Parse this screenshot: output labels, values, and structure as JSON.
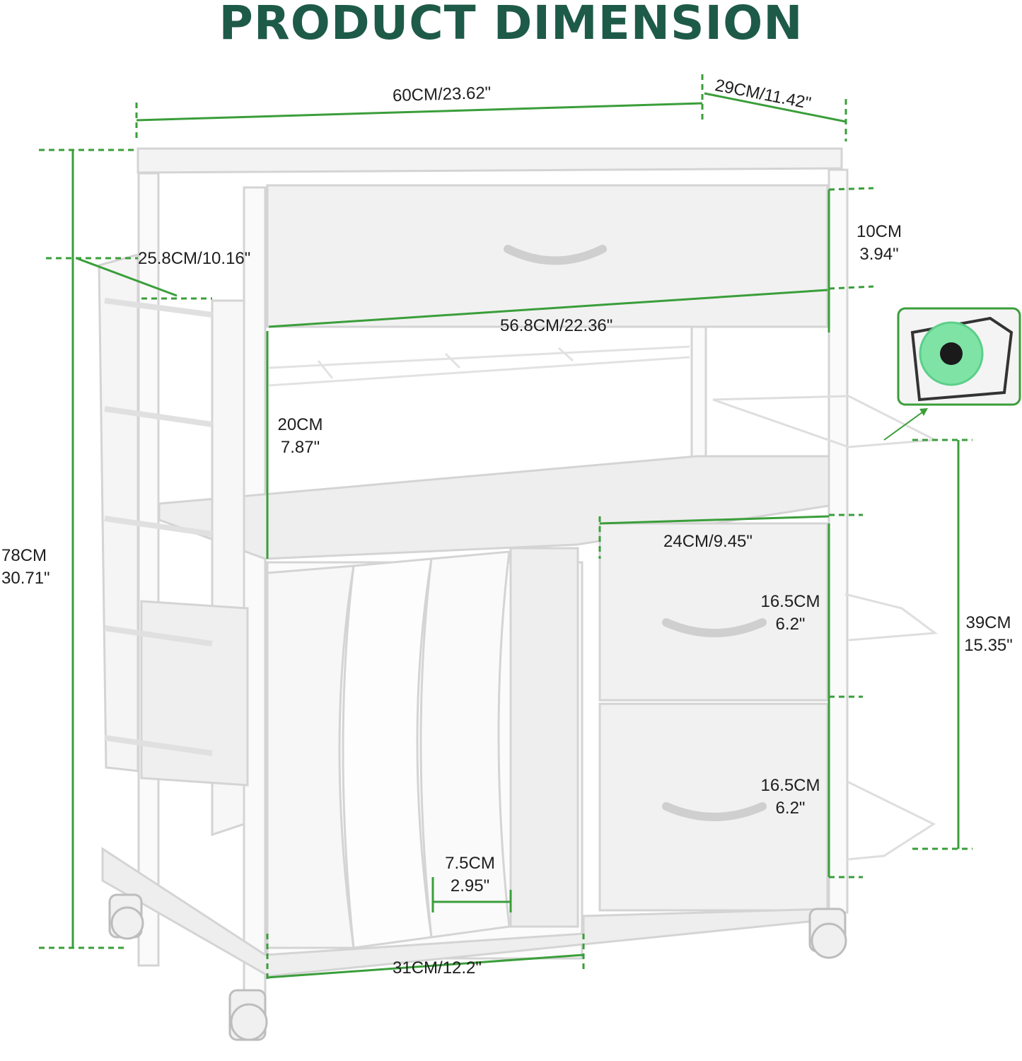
{
  "title": "PRODUCT DIMENSION",
  "colors": {
    "title": "#1e5a48",
    "dimension_line": "#3a9e3a",
    "frame": "#dcdcdc",
    "panel": "#f4f4f4",
    "inset_roll": "#7fe3a6",
    "inset_border": "#3a9e3a"
  },
  "dimensions": {
    "width_total": "60CM/23.62\"",
    "depth_total": "29CM/11.42\"",
    "height_total": {
      "cm": "78CM",
      "in": "30.71\""
    },
    "side_depth": "25.8CM/10.16\"",
    "top_drawer_height": {
      "cm": "10CM",
      "in": "3.94\""
    },
    "top_drawer_width": "56.8CM/22.36\"",
    "shelf_gap": {
      "cm": "20CM",
      "in": "7.87\""
    },
    "small_drawer_width": "24CM/9.45\"",
    "drawer_1_height": {
      "cm": "16.5CM",
      "in": "6.2\""
    },
    "drawer_2_height": {
      "cm": "16.5CM",
      "in": "6.2\""
    },
    "side_rack_height": {
      "cm": "39CM",
      "in": "15.35\""
    },
    "divider_gap": {
      "cm": "7.5CM",
      "in": "2.95\""
    },
    "file_section_width": "31CM/12.2\""
  },
  "inset": {
    "icon": "paper-towel-roll-icon"
  }
}
